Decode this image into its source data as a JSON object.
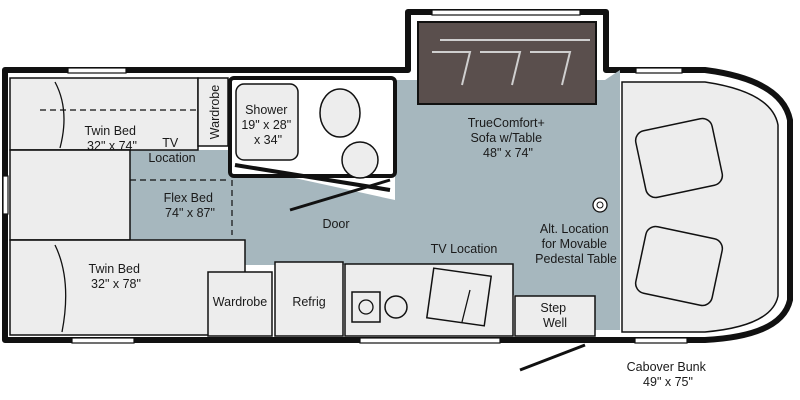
{
  "labels": {
    "twin_bed_upper": [
      "Twin Bed",
      "32\" x 74\""
    ],
    "tv_location_left": [
      "TV",
      "Location"
    ],
    "wardrobe_rear": "Wardrobe",
    "shower": [
      "Shower",
      "19\" x 28\"",
      "x 34\""
    ],
    "sofa": [
      "TrueComfort+",
      "Sofa w/Table",
      "48\" x 74\""
    ],
    "flex_bed": [
      "Flex Bed",
      "74\" x 87\""
    ],
    "door": "Door",
    "alt_location": [
      "Alt. Location",
      "for Movable",
      "Pedestal Table"
    ],
    "tv_location_kitchen": "TV Location",
    "twin_bed_lower": [
      "Twin Bed",
      "32\" x 78\""
    ],
    "wardrobe_lower": "Wardrobe",
    "refrig": "Refrig",
    "step_well": [
      "Step",
      "Well"
    ],
    "cabover_bunk": [
      "Cabover Bunk",
      "49\" x 75\""
    ]
  },
  "colors": {
    "floor": "#a6b7be",
    "sofa": "#5a4f4d",
    "wall": "#111111",
    "cabinet": "#ededed"
  }
}
